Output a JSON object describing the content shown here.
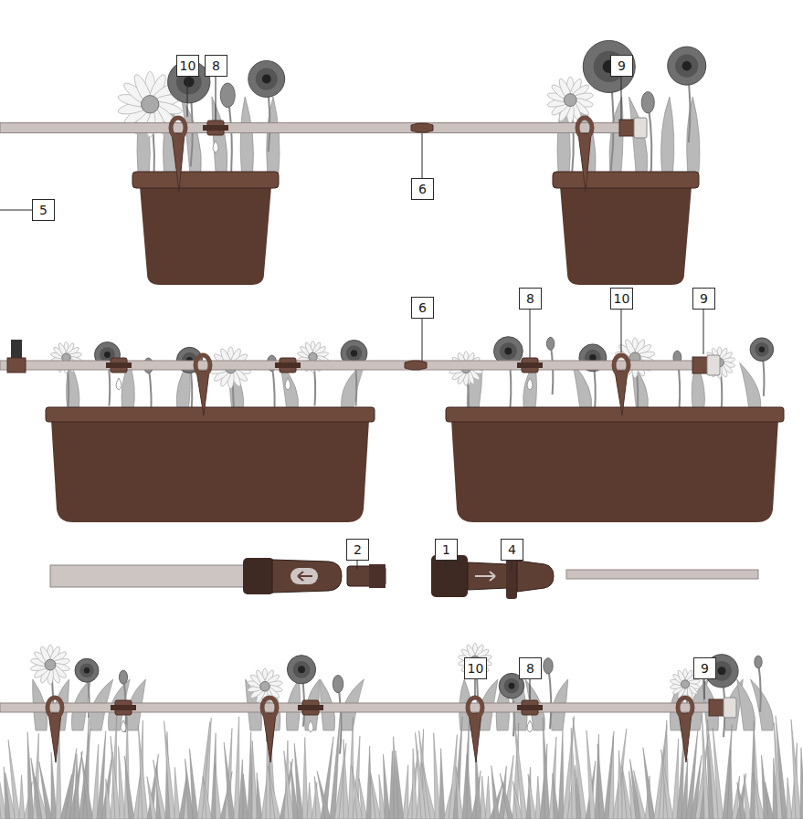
{
  "diagram": {
    "labels": [
      "10",
      "8",
      "9",
      "6",
      "5",
      "6",
      "8",
      "10",
      "9",
      "2",
      "1",
      "4",
      "10",
      "8",
      "9"
    ]
  }
}
